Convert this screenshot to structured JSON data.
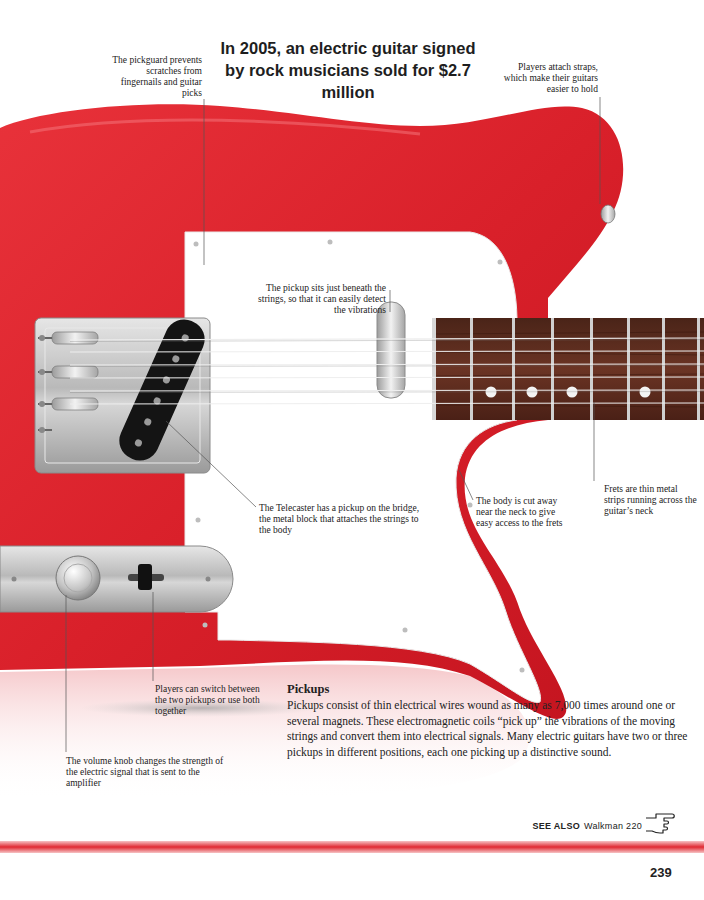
{
  "diagram": {
    "title": "In 2005, an electric guitar signed by rock musicians sold for $2.7 million",
    "labels": [
      "The pickguard prevents scratches from fingernails and guitar picks",
      "Players attach straps, which make their guitars easier to hold",
      "The pickup sits just beneath the strings, so that it can easily detect the vibrations",
      "Frets are thin metal strips running across the guitar’s neck",
      "The body is cut away near the neck to give easy access to the frets",
      "The Telecaster has a pickup on the bridge, the metal block that attaches the strings to the body",
      "Players can switch between the two pickups or use both together",
      "The volume knob changes the strength of the electric signal that is sent to the amplifier",
      "Pickups",
      "Pickups consist of thin electrical wires wound as many as 7,000 times around one or several magnets. These electromagnetic coils “pick up” the vibrations of the moving strings and convert them into electrical signals. Many electric guitars have two or three pickups in different positions, each one picking up a distinctive sound.",
      "SEE ALSO",
      "Walkman 220",
      "239"
    ]
  }
}
